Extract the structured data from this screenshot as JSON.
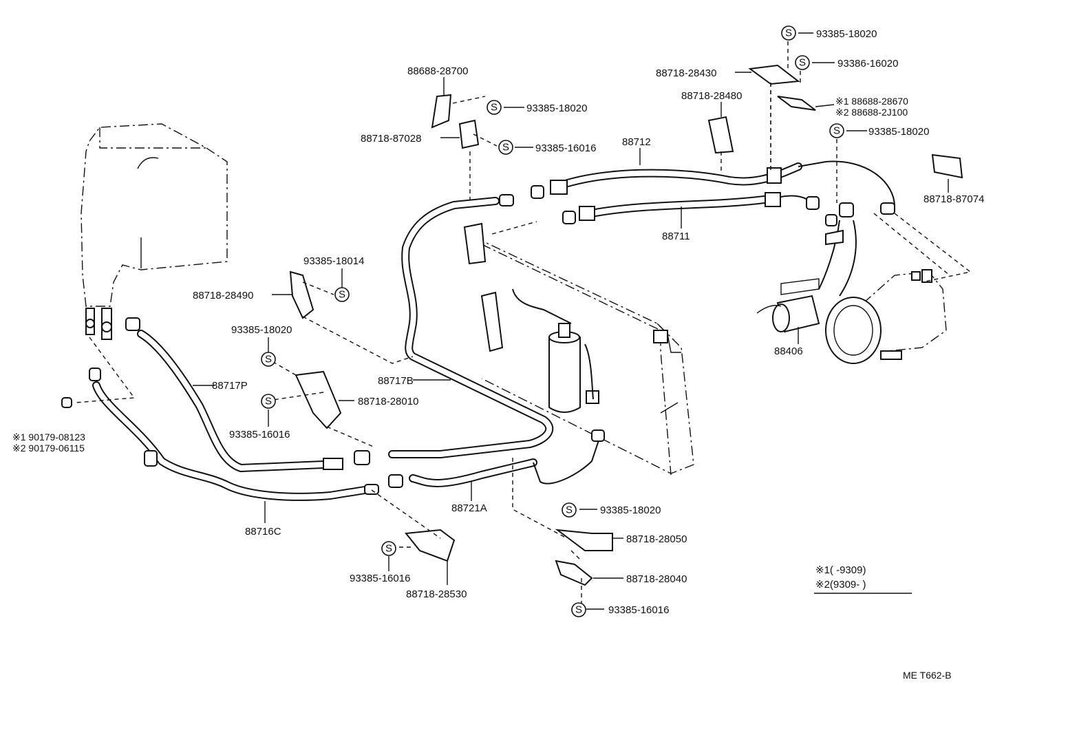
{
  "diagram_code": "ME  T662-B",
  "s_symbol": "S",
  "legend": {
    "line1": "※1(       -9309)",
    "line2": "※2(9309-        )"
  },
  "labels": {
    "p_93385_18020_top": "93385-18020",
    "p_93386_16020": "93386-16020",
    "p_88718_28430": "88718-28430",
    "p_88688_28670": "※1 88688-28670",
    "p_88688_2J100": "※2 88688-2J100",
    "p_88718_28480": "88718-28480",
    "p_93385_18020_r": "93385-18020",
    "p_88718_87074": "88718-87074",
    "p_88688_28700": "88688-28700",
    "p_93385_18020_a": "93385-18020",
    "p_88718_87028": "88718-87028",
    "p_93385_16016_a": "93385-16016",
    "p_88712": "88712",
    "p_88711": "88711",
    "p_88406": "88406",
    "p_93385_18014": "93385-18014",
    "p_88718_28490": "88718-28490",
    "p_93385_18020_b": "93385-18020",
    "p_88717P": "88717P",
    "p_88717B": "88717B",
    "p_88718_28010": "88718-28010",
    "p_93385_16016_b": "93385-16016",
    "p_90179_08123": "※1 90179-08123",
    "p_90179_06115": "※2 90179-06115",
    "p_88716C": "88716C",
    "p_88721A": "88721A",
    "p_93385_18020_c": "93385-18020",
    "p_88718_28050": "88718-28050",
    "p_88718_28040": "88718-28040",
    "p_93385_16016_c": "93385-16016",
    "p_93385_16016_d": "93385-16016",
    "p_88718_28530": "88718-28530"
  }
}
